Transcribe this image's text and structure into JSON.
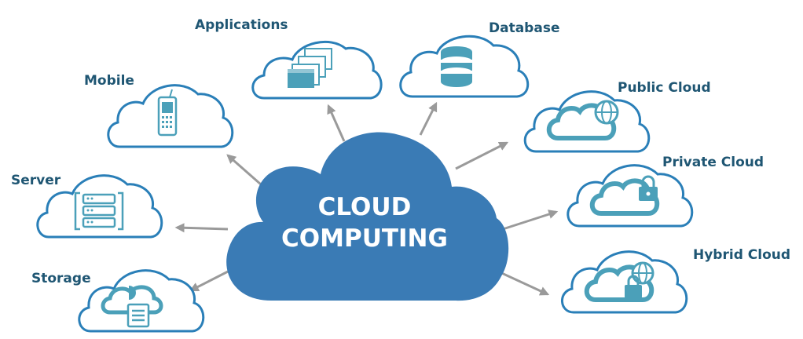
{
  "center": {
    "line1": "CLOUD",
    "line2": "COMPUTING"
  },
  "nodes": {
    "applications": "Applications",
    "database": "Database",
    "mobile": "Mobile",
    "public_cloud": "Public Cloud",
    "private_cloud": "Private Cloud",
    "server": "Server",
    "hybrid_cloud": "Hybrid Cloud",
    "storage": "Storage"
  },
  "colors": {
    "center_cloud": "#3a7bb5",
    "outline": "#2a7fb8",
    "icon": "#4ba0b9",
    "label": "#1f5673",
    "arrow": "#9a9a9a"
  }
}
